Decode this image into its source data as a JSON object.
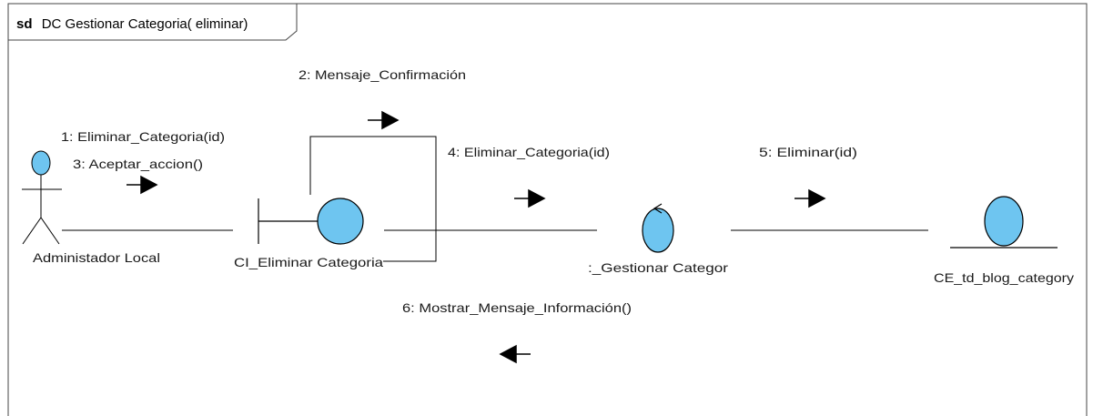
{
  "frame": {
    "keyword": "sd",
    "title": "DC Gestionar Categoria( eliminar)"
  },
  "participants": {
    "actor": {
      "name": "Administador Local",
      "kind": "actor"
    },
    "boundary": {
      "name": "CI_Eliminar Categoria",
      "kind": "boundary"
    },
    "control": {
      "name": ":_Gestionar Categor",
      "kind": "control"
    },
    "entity": {
      "name": "CE_td_blog_category",
      "kind": "entity"
    }
  },
  "messages": {
    "m1": "1: Eliminar_Categoria(id)",
    "m2": "2: Mensaje_Confirmación",
    "m3": "3: Aceptar_accion()",
    "m4": "4: Eliminar_Categoria(id)",
    "m5": "5: Eliminar(id)",
    "m6": "6: Mostrar_Mensaje_Información()"
  },
  "colors": {
    "shape_fill": "#6EC5F0",
    "stroke": "#000000",
    "frame_border": "#444444"
  }
}
